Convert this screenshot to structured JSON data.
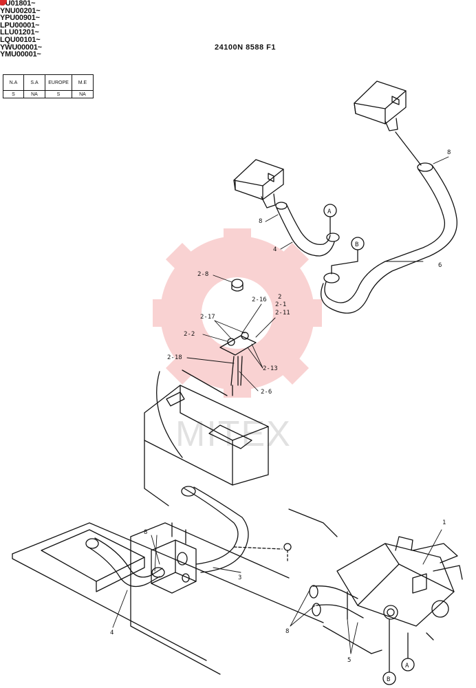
{
  "serial_ranges": [
    "UU01801~",
    "YNU00201~",
    "YPU00901~",
    "LPU00001~",
    "LLU01201~",
    "LQU00101~",
    "YWU00001~",
    "YMU00001~"
  ],
  "drawing_code": "24100N 8588 F1",
  "region_table": {
    "headers": [
      "N.A",
      "S.A",
      "EUROPE",
      "M.E"
    ],
    "values": [
      "S",
      "NA",
      "S",
      "NA"
    ]
  },
  "watermark_text": "MITEX",
  "callouts": {
    "n1": "1",
    "n2": "2",
    "n2_1": "2-1",
    "n2_2": "2-2",
    "n2_6": "2-6",
    "n2_8": "2-8",
    "n2_11": "2-11",
    "n2_13": "2-13",
    "n2_16": "2-16",
    "n2_17": "2-17",
    "n2_18": "2-18",
    "n3": "3",
    "n4": "4",
    "n5": "5",
    "n6": "6",
    "n8": "8",
    "A": "A",
    "B": "B"
  },
  "colors": {
    "line": "#111111",
    "watermark": "#f08080"
  }
}
